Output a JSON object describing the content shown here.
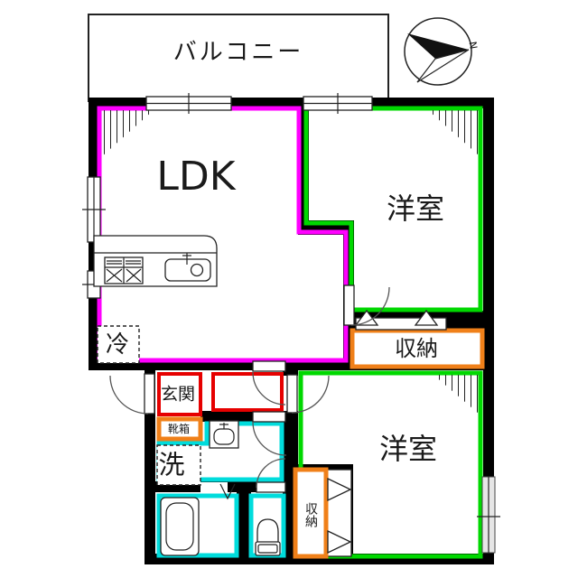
{
  "colors": {
    "wall": "#000000",
    "ldk_outline": "#ff00ff",
    "bedroom_outline": "#00d800",
    "hall_outline": "#e60000",
    "storage_outline": "#f08019",
    "wet_outline": "#00dcdc"
  },
  "rooms": {
    "balcony": "バルコニー",
    "ldk": "LDK",
    "bedroom1": "洋室",
    "bedroom2": "洋室",
    "closet1": "収納",
    "closet2": "収納",
    "entrance": "玄関",
    "shoe_cabinet": "靴箱",
    "laundry": "洗",
    "refrigerator": "冷"
  },
  "compass": {
    "north": "N"
  }
}
